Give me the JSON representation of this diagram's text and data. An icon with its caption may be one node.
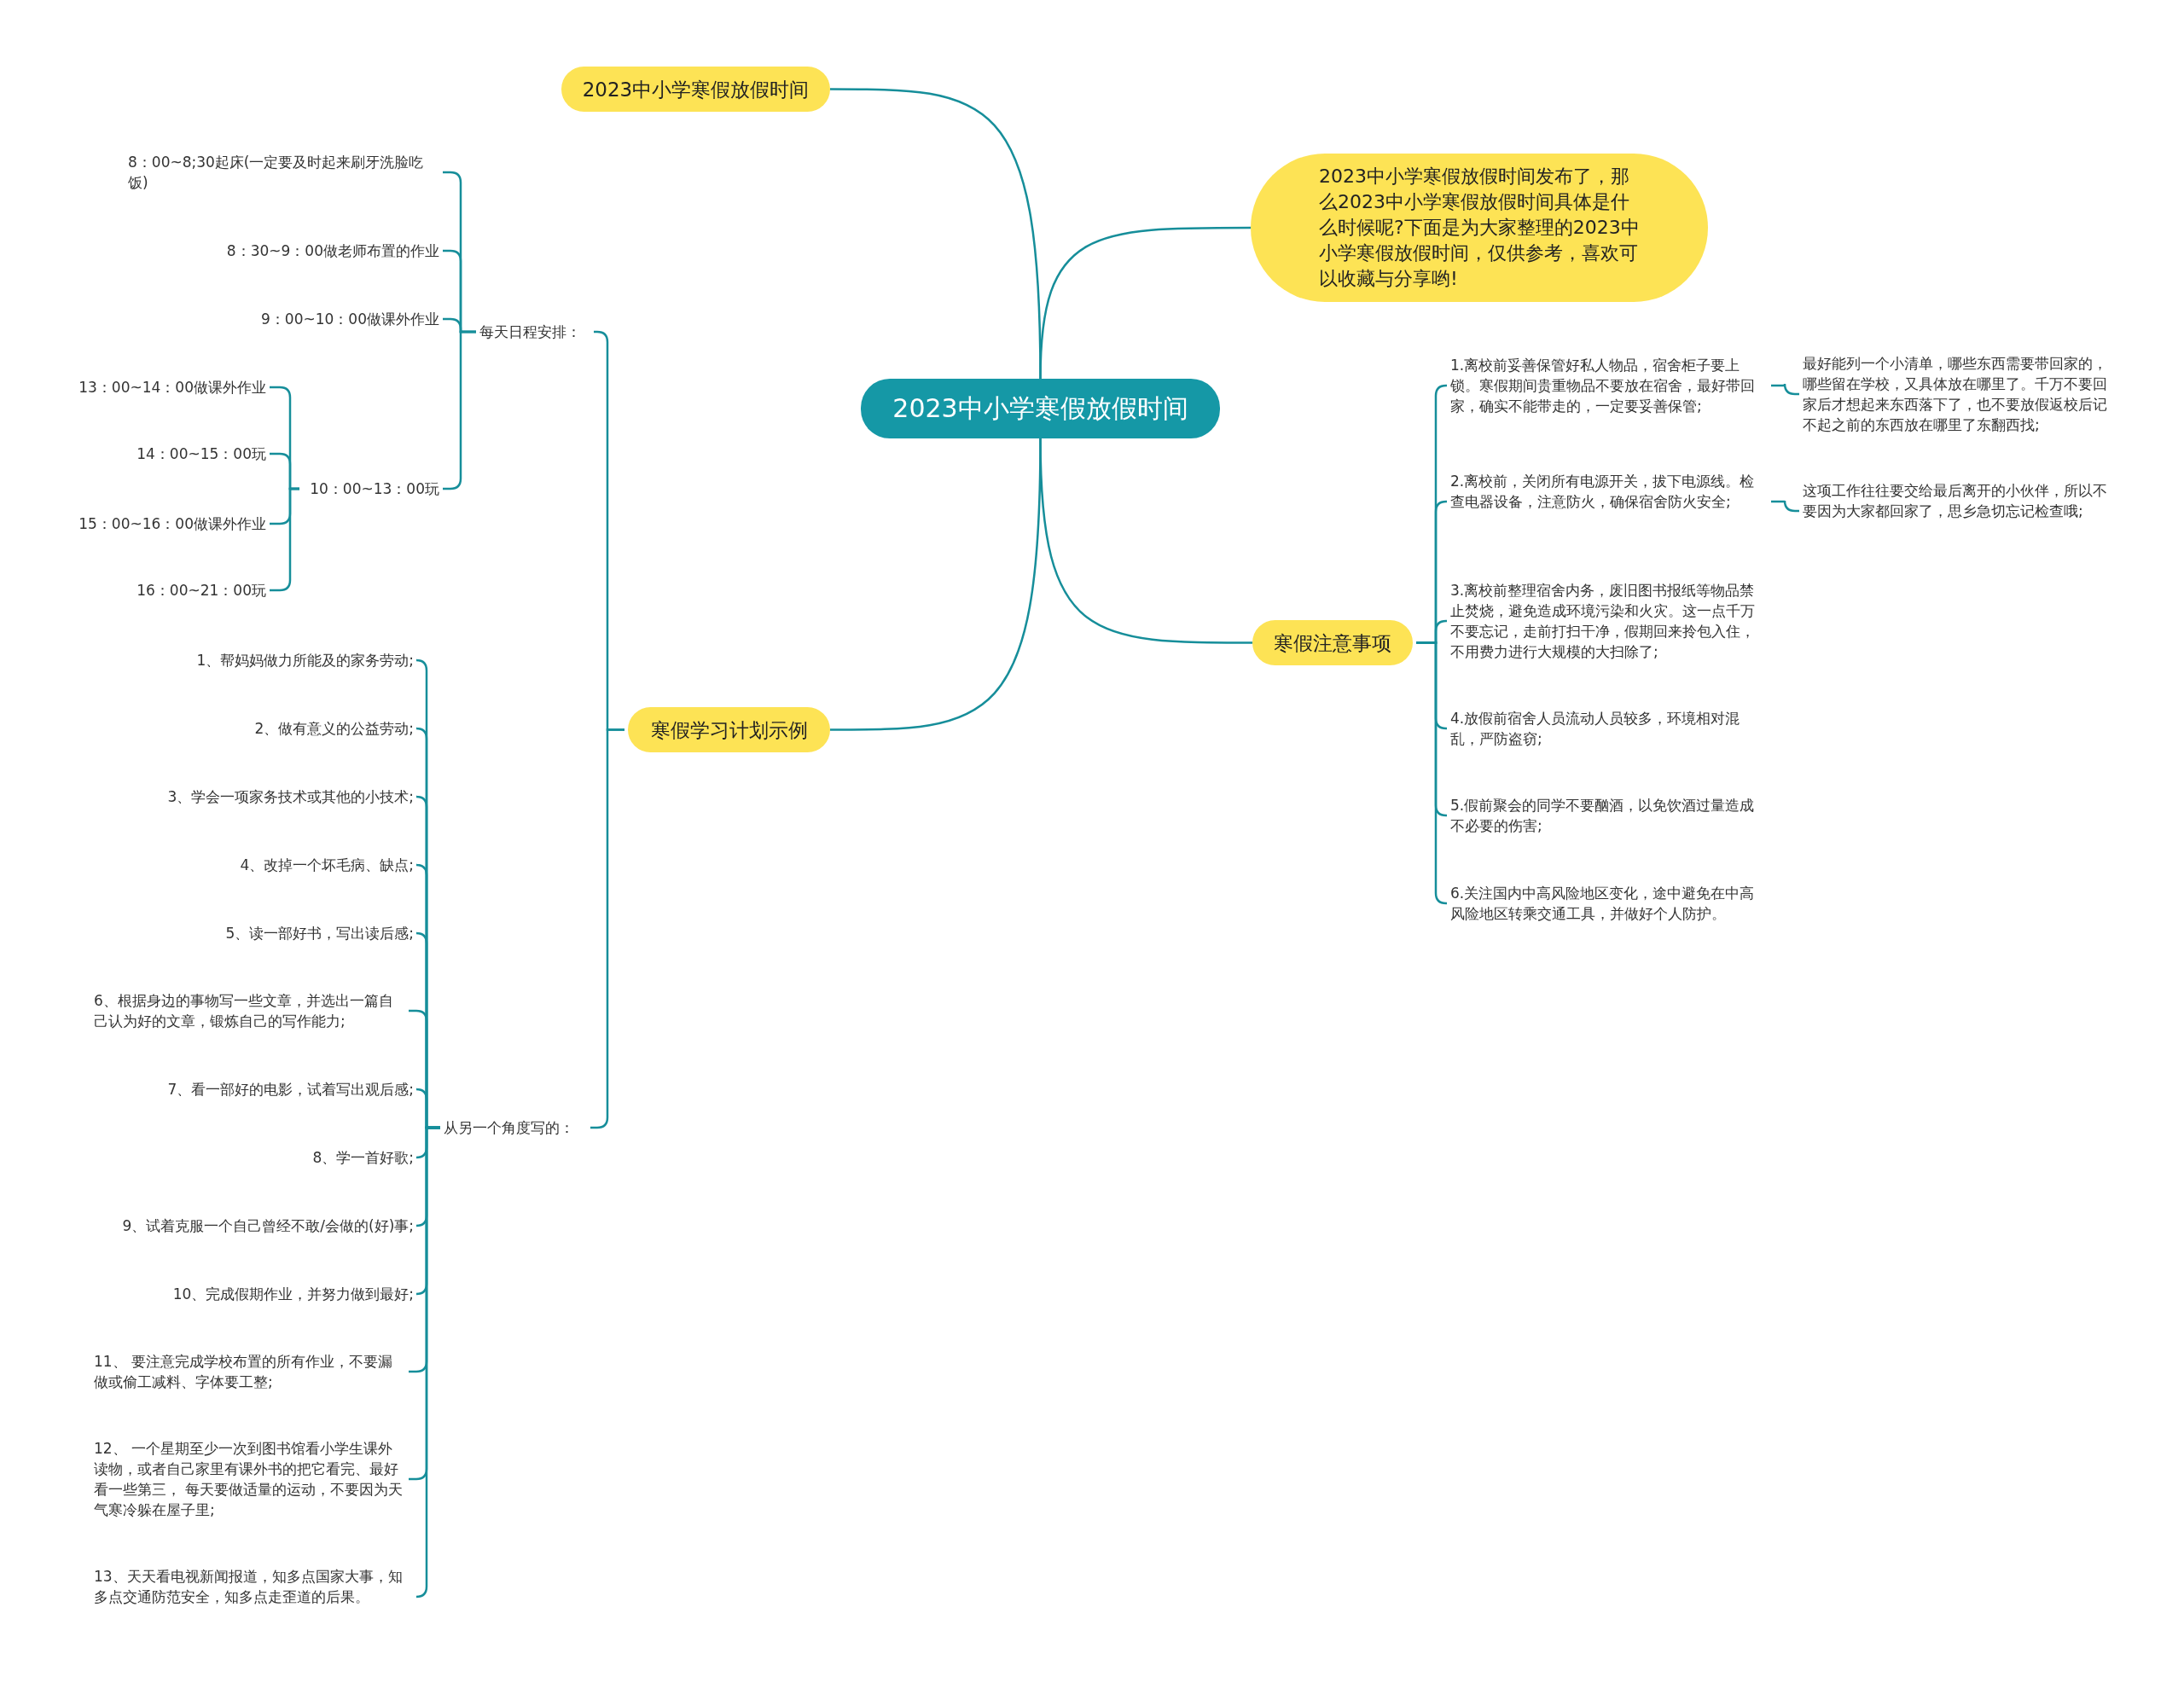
{
  "diagram": {
    "nodes": [
      {
        "text": [
          "2023中小学寒假放假时间"
        ]
      },
      {
        "text": [
          "2023中小学寒假放假时间"
        ]
      },
      {
        "text": [
          "2023中小学寒假放假时间发布了，那么2023中小学寒假放假时间具体是什么时候呢?下面是为大家整理的2023中小学寒假放假时间，仅供参考，喜欢可以收藏与分享哟!"
        ]
      },
      {
        "text": [
          "寒假注意事项"
        ]
      },
      {
        "text": [
          "1.离校前妥善保管好私人物品，宿舍柜子要上锁。寒假期间贵重物品不要放在宿舍，最好带回家，确实不能带走的，一定要妥善保管;"
        ]
      },
      {
        "text": [
          "2.离校前，关闭所有电源开关，拔下电源线。检查电器设备，注意防火，确保宿舍防火安全;"
        ]
      },
      {
        "text": [
          "3.离校前整理宿舍内务，废旧图书报纸等物品禁止焚烧，避免造成环境污染和火灾。这一点千万不要忘记，走前打扫干净，假期回来拎包入住，不用费力进行大规模的大扫除了;"
        ]
      },
      {
        "text": [
          "4.放假前宿舍人员流动人员较多，环境相对混乱，严防盗窃;"
        ]
      },
      {
        "text": [
          "5.假前聚会的同学不要酗酒，以免饮酒过量造成不必要的伤害;"
        ]
      },
      {
        "text": [
          "6.关注国内中高风险地区变化，途中避免在中高风险地区转乘交通工具，并做好个人防护。"
        ]
      },
      {
        "text": [
          "最好能列一个小清单，哪些东西需要带回家的，哪些留在学校，又具体放在哪里了。千万不要回家后才想起来东西落下了，也不要放假返校后记不起之前的东西放在哪里了东翻西找;"
        ]
      },
      {
        "text": [
          "这项工作往往要交给最后离开的小伙伴，所以不要因为大家都回家了，思乡急切忘记检查哦;"
        ]
      },
      {
        "text": [
          "寒假学习计划示例"
        ]
      },
      {
        "text": [
          "每天日程安排："
        ]
      },
      {
        "text": [
          "8：00~8;30起床(一定要及时起来刷牙洗脸吃饭)"
        ]
      },
      {
        "text": [
          "8：30~9：00做老师布置的作业"
        ]
      },
      {
        "text": [
          "9：00~10：00做课外作业"
        ]
      },
      {
        "text": [
          "10：00~13：00玩"
        ]
      },
      {
        "text": [
          "13：00~14：00做课外作业"
        ]
      },
      {
        "text": [
          "14：00~15：00玩"
        ]
      },
      {
        "text": [
          "15：00~16：00做课外作业"
        ]
      },
      {
        "text": [
          "16：00~21：00玩"
        ]
      },
      {
        "text": [
          "从另一个角度写的："
        ]
      },
      {
        "text": [
          "1、帮妈妈做力所能及的家务劳动;"
        ]
      },
      {
        "text": [
          "2、做有意义的公益劳动;"
        ]
      },
      {
        "text": [
          "3、学会一项家务技术或其他的小技术;"
        ]
      },
      {
        "text": [
          "4、改掉一个坏毛病、缺点;"
        ]
      },
      {
        "text": [
          "5、读一部好书，写出读后感;"
        ]
      },
      {
        "text": [
          "6、根据身边的事物写一些文章，并选出一篇自己认为好的文章，锻炼自己的写作能力;"
        ]
      },
      {
        "text": [
          "7、看一部好的电影，试着写出观后感;"
        ]
      },
      {
        "text": [
          "8、学一首好歌;"
        ]
      },
      {
        "text": [
          "9、试着克服一个自己曾经不敢/会做的(好)事;"
        ]
      },
      {
        "text": [
          "10、完成假期作业，并努力做到最好;"
        ]
      },
      {
        "text": [
          "11、 要注意完成学校布置的所有作业，不要漏做或偷工减料、字体要工整;"
        ]
      },
      {
        "text": [
          "12、 一个星期至少一次到图书馆看小学生课外读物，或者自己家里有课外书的把它看完、最好看一些第三， 每天要做适量的运动，不要因为天气寒冷躲在屋子里;"
        ]
      },
      {
        "text": [
          "13、天天看电视新闻报道，知多点国家大事，知多点交通防范安全，知多点走歪道的后果。"
        ]
      }
    ],
    "edges": [
      {
        "from": 0,
        "to": 1,
        "arrow": "none"
      },
      {
        "from": 0,
        "to": 2,
        "arrow": "none"
      },
      {
        "from": 0,
        "to": 3,
        "arrow": "none"
      },
      {
        "from": 0,
        "to": 12,
        "arrow": "none"
      },
      {
        "from": 3,
        "to": 4,
        "arrow": "none"
      },
      {
        "from": 3,
        "to": 5,
        "arrow": "none"
      },
      {
        "from": 3,
        "to": 6,
        "arrow": "none"
      },
      {
        "from": 3,
        "to": 7,
        "arrow": "none"
      },
      {
        "from": 3,
        "to": 8,
        "arrow": "none"
      },
      {
        "from": 3,
        "to": 9,
        "arrow": "none"
      },
      {
        "from": 4,
        "to": 10,
        "arrow": "none"
      },
      {
        "from": 5,
        "to": 11,
        "arrow": "none"
      },
      {
        "from": 12,
        "to": 13,
        "arrow": "none"
      },
      {
        "from": 12,
        "to": 22,
        "arrow": "none"
      },
      {
        "from": 13,
        "to": 14,
        "arrow": "none"
      },
      {
        "from": 13,
        "to": 15,
        "arrow": "none"
      },
      {
        "from": 13,
        "to": 16,
        "arrow": "none"
      },
      {
        "from": 13,
        "to": 17,
        "arrow": "none"
      },
      {
        "from": 17,
        "to": 18,
        "arrow": "none"
      },
      {
        "from": 17,
        "to": 19,
        "arrow": "none"
      },
      {
        "from": 17,
        "to": 20,
        "arrow": "none"
      },
      {
        "from": 17,
        "to": 21,
        "arrow": "none"
      },
      {
        "from": 22,
        "to": 23,
        "arrow": "none"
      },
      {
        "from": 22,
        "to": 24,
        "arrow": "none"
      },
      {
        "from": 22,
        "to": 25,
        "arrow": "none"
      },
      {
        "from": 22,
        "to": 26,
        "arrow": "none"
      },
      {
        "from": 22,
        "to": 27,
        "arrow": "none"
      },
      {
        "from": 22,
        "to": 28,
        "arrow": "none"
      },
      {
        "from": 22,
        "to": 29,
        "arrow": "none"
      },
      {
        "from": 22,
        "to": 30,
        "arrow": "none"
      },
      {
        "from": 22,
        "to": 31,
        "arrow": "none"
      },
      {
        "from": 22,
        "to": 32,
        "arrow": "none"
      },
      {
        "from": 22,
        "to": 33,
        "arrow": "none"
      },
      {
        "from": 22,
        "to": 34,
        "arrow": "none"
      },
      {
        "from": 22,
        "to": 35,
        "arrow": "none"
      }
    ]
  }
}
